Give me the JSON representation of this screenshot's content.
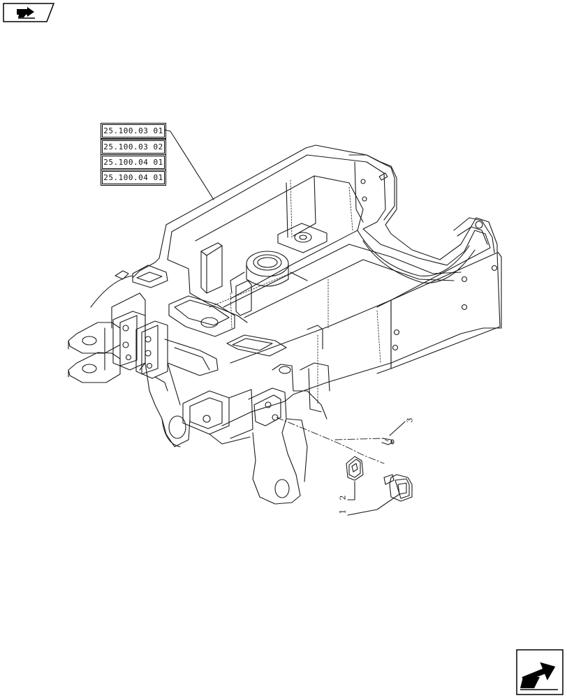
{
  "header": {
    "nav_icon": "book-arrow-icon"
  },
  "diagram": {
    "references": [
      {
        "code": "25.100.03 01"
      },
      {
        "code": "25.100.03 02"
      },
      {
        "code": "25.100.04 01"
      },
      {
        "code": "25.100.04 01"
      }
    ],
    "callouts": [
      {
        "number": "1"
      },
      {
        "number": "2"
      },
      {
        "number": "3"
      }
    ]
  },
  "footer": {
    "nav_icon": "next-page-arrow-icon"
  }
}
